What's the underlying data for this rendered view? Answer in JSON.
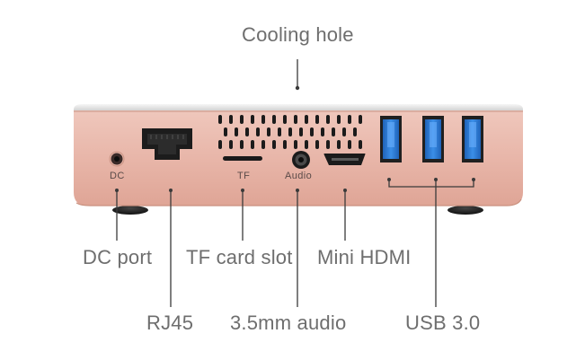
{
  "title": "Cooling hole",
  "callouts": {
    "dc_port": "DC port",
    "tf_card_slot": "TF card slot",
    "mini_hdmi": "Mini HDMI",
    "rj45": "RJ45",
    "audio": "3.5mm audio",
    "usb": "USB 3.0"
  },
  "port_labels": {
    "dc": "DC",
    "tf": "TF",
    "audio": "Audio"
  },
  "colors": {
    "body": "#e9b9ad",
    "usb_blue": "#2f7fd6",
    "leader": "#3a3a3a",
    "callout_text": "#6e6e6e"
  }
}
